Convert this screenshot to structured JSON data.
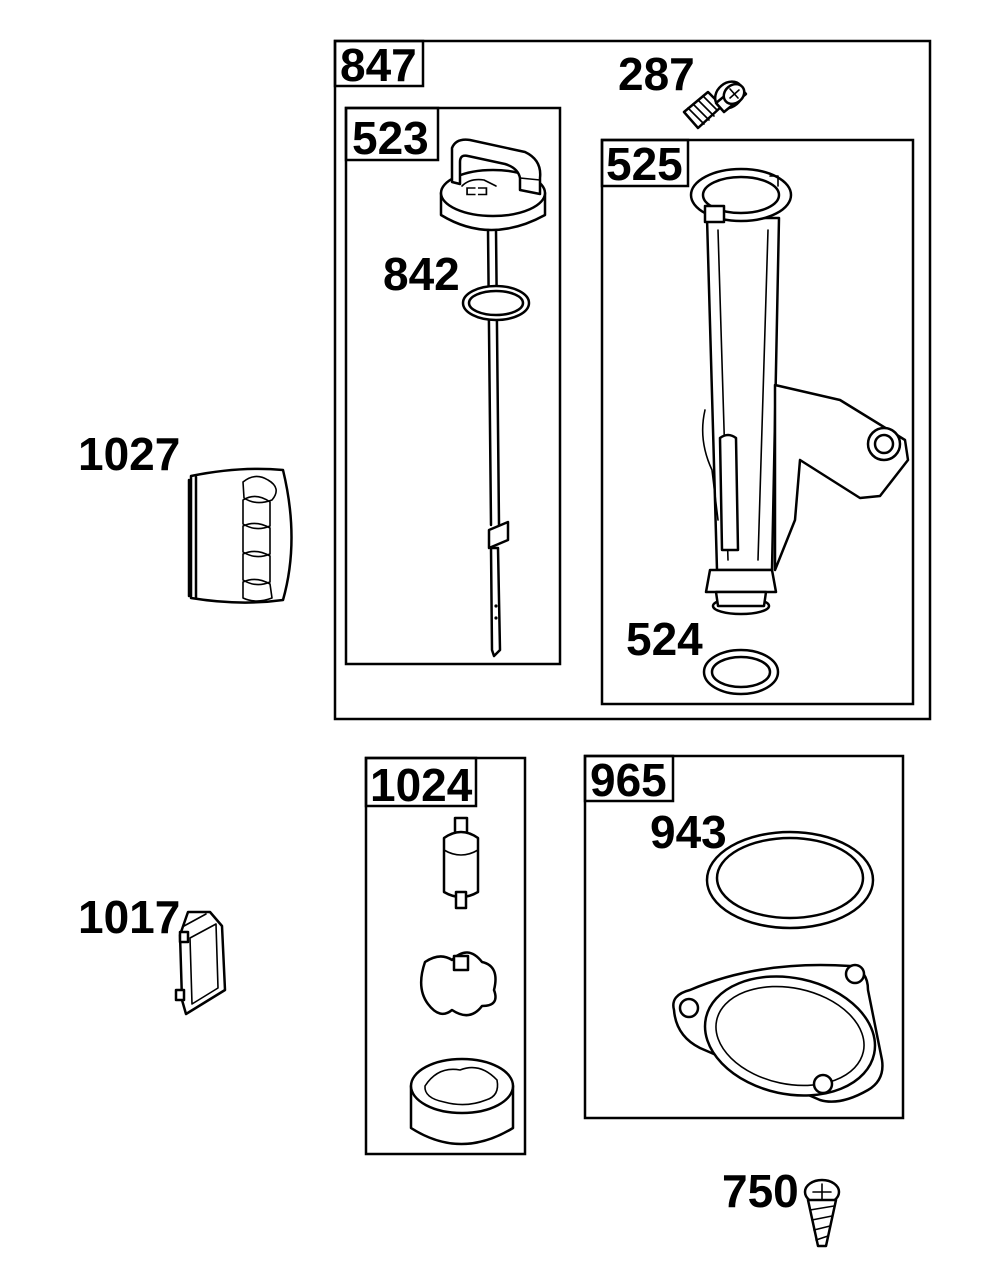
{
  "labels": {
    "p847": "847",
    "p287": "287",
    "p523": "523",
    "p525": "525",
    "p842": "842",
    "p1027": "1027",
    "p524": "524",
    "p1024": "1024",
    "p965": "965",
    "p943": "943",
    "p1017": "1017",
    "p750": "750"
  }
}
